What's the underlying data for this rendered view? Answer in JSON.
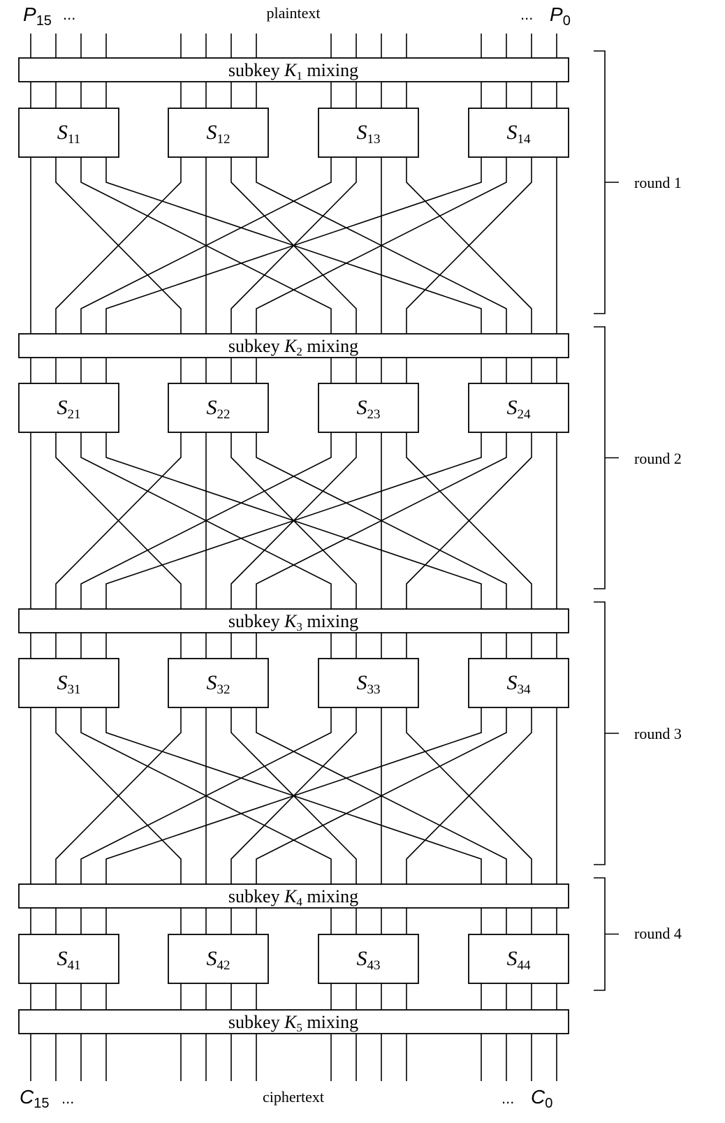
{
  "top": {
    "left_symbol": "P",
    "left_sub": "15",
    "left_dots": "...",
    "center": "plaintext",
    "right_dots": "...",
    "right_symbol": "P",
    "right_sub": "0"
  },
  "bottom": {
    "left_symbol": "C",
    "left_sub": "15",
    "left_dots": "...",
    "center": "ciphertext",
    "right_dots": "...",
    "right_symbol": "C",
    "right_sub": "0"
  },
  "key_mixing": [
    {
      "prefix": "subkey ",
      "key": "K",
      "sub": "1",
      "suffix": " mixing"
    },
    {
      "prefix": "subkey ",
      "key": "K",
      "sub": "2",
      "suffix": " mixing"
    },
    {
      "prefix": "subkey ",
      "key": "K",
      "sub": "3",
      "suffix": " mixing"
    },
    {
      "prefix": "subkey ",
      "key": "K",
      "sub": "4",
      "suffix": " mixing"
    },
    {
      "prefix": "subkey ",
      "key": "K",
      "sub": "5",
      "suffix": " mixing"
    }
  ],
  "sboxes": [
    [
      {
        "name": "S",
        "sub": "11"
      },
      {
        "name": "S",
        "sub": "12"
      },
      {
        "name": "S",
        "sub": "13"
      },
      {
        "name": "S",
        "sub": "14"
      }
    ],
    [
      {
        "name": "S",
        "sub": "21"
      },
      {
        "name": "S",
        "sub": "22"
      },
      {
        "name": "S",
        "sub": "23"
      },
      {
        "name": "S",
        "sub": "24"
      }
    ],
    [
      {
        "name": "S",
        "sub": "31"
      },
      {
        "name": "S",
        "sub": "32"
      },
      {
        "name": "S",
        "sub": "33"
      },
      {
        "name": "S",
        "sub": "34"
      }
    ],
    [
      {
        "name": "S",
        "sub": "41"
      },
      {
        "name": "S",
        "sub": "42"
      },
      {
        "name": "S",
        "sub": "43"
      },
      {
        "name": "S",
        "sub": "44"
      }
    ]
  ],
  "rounds": [
    "round 1",
    "round 2",
    "round 3",
    "round 4"
  ]
}
